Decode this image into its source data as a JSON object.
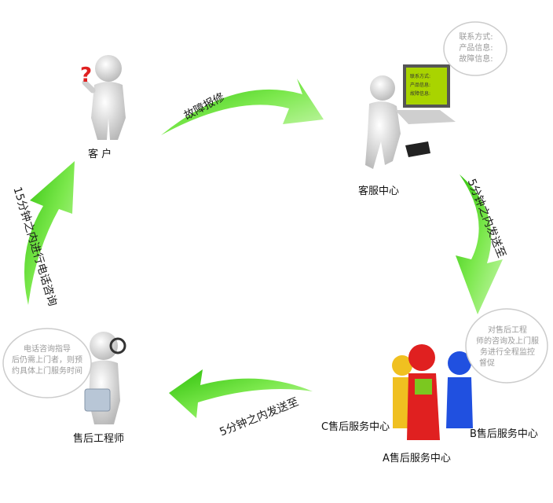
{
  "nodes": {
    "customer": "客 户",
    "service_center": "客服中心",
    "engineer": "售后工程师",
    "center_a": "A售后服务中心",
    "center_b": "B售后服务中心",
    "center_c": "C售后服务中心"
  },
  "arrows": {
    "top": "故障报修",
    "right": "5分钟之内发送至",
    "bottom": "5分钟之内发送至",
    "left": "15分钟之内进行电话咨询"
  },
  "bubbles": {
    "service": [
      "联系方式:",
      "产品信息:",
      "故障信息:"
    ],
    "centers": [
      "对售后工程",
      "师的咨询及上门服",
      "务进行全程监控",
      "督促"
    ],
    "engineer": [
      "电话咨询指导",
      "后仍需上门者，则预",
      "约具体上门服务时间"
    ]
  },
  "laptop_screen": [
    "联系方式:",
    "产品信息:",
    "故障信息:"
  ],
  "colors": {
    "arrow": "#44d414",
    "arrow_light": "#c8f7a8",
    "figure": "#e6e6e6",
    "red": "#e02020",
    "blue": "#2050e0",
    "yellow": "#f0c020"
  }
}
